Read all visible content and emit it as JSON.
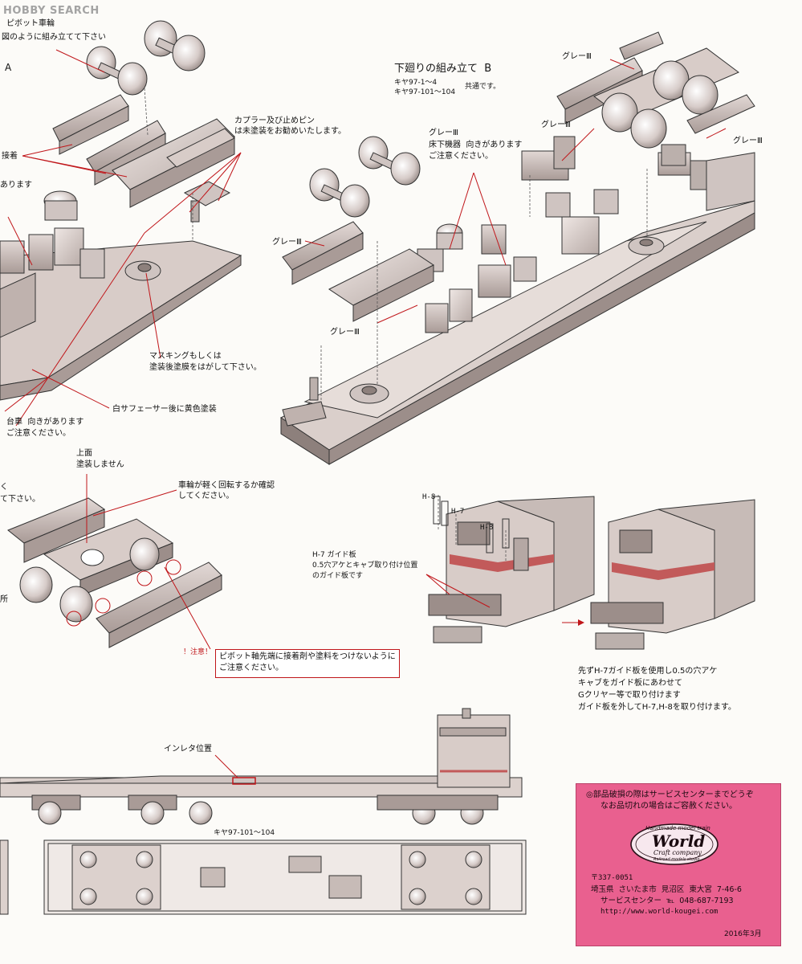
{
  "watermark": "HOBBY SEARCH",
  "left_top": {
    "line1": "ピボット車輪",
    "line2": "図のように組み立てて下さい",
    "section_letter": "A",
    "glue_label": "接着",
    "direction_label": "あります"
  },
  "section_b": {
    "title": "下廻りの組み立て  B",
    "models_line1": "キヤ97-1〜4",
    "models_line2": "キヤ97-101〜104",
    "shared": "共通です。"
  },
  "coupler_note": {
    "line1": "カプラー及び止めピン",
    "line2": "は未塗装をお勧めいたします。"
  },
  "gray_labels": {
    "top_right": "グレーⅢ",
    "right": "グレーⅢ",
    "mid_upper": "グレーⅢ",
    "left_mid": "グレーⅢ",
    "lower": "グレーⅢ",
    "underfloor_title": "グレーⅢ"
  },
  "underfloor_note": {
    "line1": "床下機器  向きがあります",
    "line2": "ご注意ください。"
  },
  "masking_note": {
    "line1": "マスキングもしくは",
    "line2": "塗装後塗膜をはがして下さい。"
  },
  "surfacer_note": "白サフェーサー後に黄色塗装",
  "bogie_note": {
    "line1": "台車  向きがあります",
    "line2": "ご注意ください。"
  },
  "top_face_note": {
    "line1": "上面",
    "line2": "塗装しません"
  },
  "left_partial": {
    "a": "く",
    "b": "て下さい。",
    "c": "所"
  },
  "wheel_note": {
    "line1": "車輪が軽く回転するか確認",
    "line2": "してください。"
  },
  "caution": {
    "label": "！注意！",
    "line1": "ピボット軸先端に接着剤や塗料をつけないように",
    "line2": "ご注意ください。"
  },
  "guide": {
    "h8_a": "H-8",
    "h7": "H-7",
    "h8_b": "H-8",
    "line1": "H-7 ガイド板",
    "line2": "0.5穴アケとキャブ取り付け位置",
    "line3": "のガイド板です"
  },
  "guide_steps": {
    "line1": "先ずH-7ガイド板を使用し0.5の穴アケ",
    "line2": "キャブをガイド板にあわせて",
    "line3": "Gクリヤー等で取り付けます",
    "line4": "ガイド板を外してH-7,H-8を取り付けます。"
  },
  "inletter_label": "インレタ位置",
  "model_label_bottom": "キヤ97-101〜104",
  "shop": {
    "line1": "◎部品破損の際はサービスセンターまでどうぞ",
    "line2": "なお品切れの場合はご容赦ください。",
    "brand_top": "Handmade model train",
    "brand_name": "World",
    "brand_sub": "Craft company",
    "brand_bottom": "Railroad models studio",
    "postal": "〒337-0051",
    "address": "埼玉県  さいたま市  見沼区  東大宮  7-46-6",
    "service": "サービスセンター  ℡  048-687-7193",
    "url": "http://www.world-kougei.com",
    "date": "2016年3月"
  },
  "colors": {
    "accent_red": "#c0161a",
    "part_fill": "#d8ccc8",
    "part_dark": "#9c8e8a",
    "shop_pink": "#e9608f"
  }
}
